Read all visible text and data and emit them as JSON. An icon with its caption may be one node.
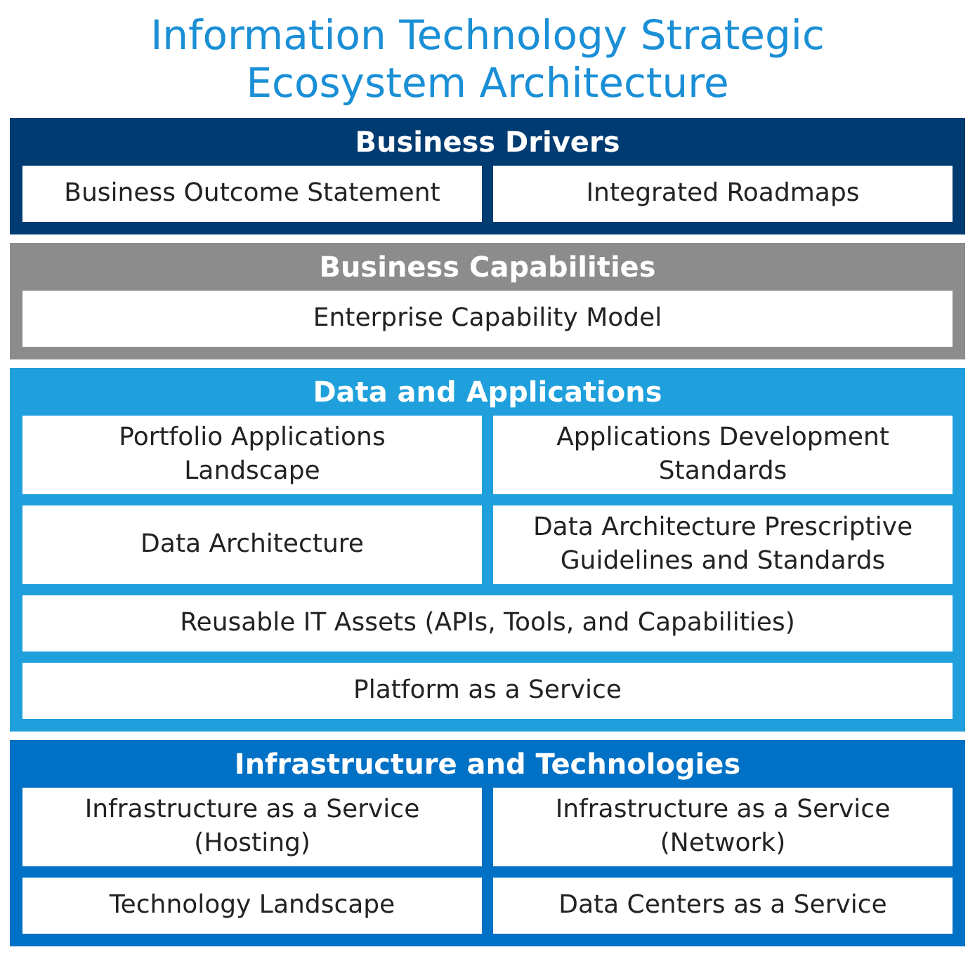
{
  "diagram": {
    "title": "Information Technology Strategic Ecosystem Architecture",
    "nodes": [
      {
        "text": [
          "Business Drivers"
        ]
      },
      {
        "text": [
          "Business Outcome Statement"
        ],
        "in": 0
      },
      {
        "text": [
          "Integrated Roadmaps"
        ],
        "in": 0
      },
      {
        "text": [
          "Business Capabilities"
        ]
      },
      {
        "text": [
          "Enterprise Capability Model"
        ],
        "in": 3
      },
      {
        "text": [
          "Data and Applications"
        ]
      },
      {
        "text": [
          "Portfolio Applications Landscape"
        ],
        "in": 5
      },
      {
        "text": [
          "Applications Development Standards"
        ],
        "in": 5
      },
      {
        "text": [
          "Data Architecture"
        ],
        "in": 5
      },
      {
        "text": [
          "Data Architecture Prescriptive Guidelines and Standards"
        ],
        "in": 5
      },
      {
        "text": [
          "Reusable IT Assets (APIs, Tools, and Capabilities)"
        ],
        "in": 5
      },
      {
        "text": [
          "Platform as a Service"
        ],
        "in": 5
      },
      {
        "text": [
          "Infrastructure and Technologies"
        ]
      },
      {
        "text": [
          "Infrastructure as a Service (Hosting)"
        ],
        "in": 12
      },
      {
        "text": [
          "Infrastructure as a Service (Network)"
        ],
        "in": 12
      },
      {
        "text": [
          "Technology Landscape"
        ],
        "in": 12
      },
      {
        "text": [
          "Data Centers as a Service"
        ],
        "in": 12
      }
    ],
    "edges": []
  }
}
